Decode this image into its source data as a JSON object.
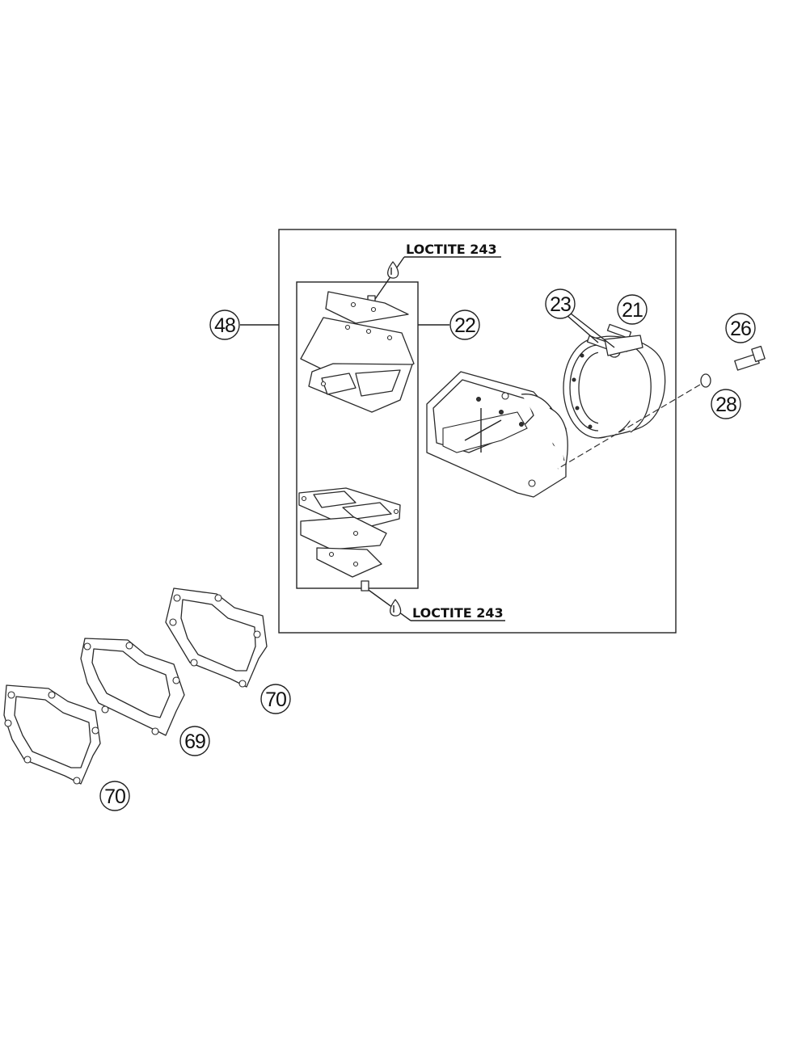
{
  "callouts": {
    "c48": "48",
    "c22": "22",
    "c23": "23",
    "c21": "21",
    "c26": "26",
    "c28": "28",
    "c70_upper": "70",
    "c69": "69",
    "c70_lower": "70"
  },
  "notes": {
    "loctite_top": "LOCTITE 243",
    "loctite_bottom": "LOCTITE 243"
  },
  "icons": {
    "loctite_drop": "threadlocker-drop-icon"
  }
}
